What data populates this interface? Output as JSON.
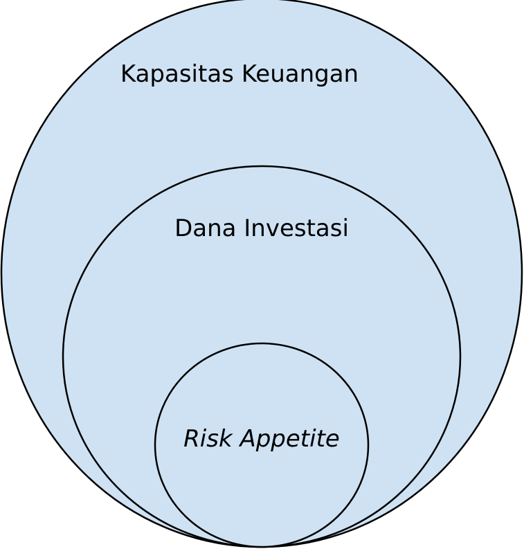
{
  "diagram": {
    "type": "nested-circles",
    "fill_color": "#cfe2f3",
    "stroke_color": "#000000",
    "outer": {
      "label": "Kapasitas Keuangan"
    },
    "middle": {
      "label": "Dana Investasi"
    },
    "inner": {
      "label": "Risk Appetite",
      "italic": true
    }
  }
}
